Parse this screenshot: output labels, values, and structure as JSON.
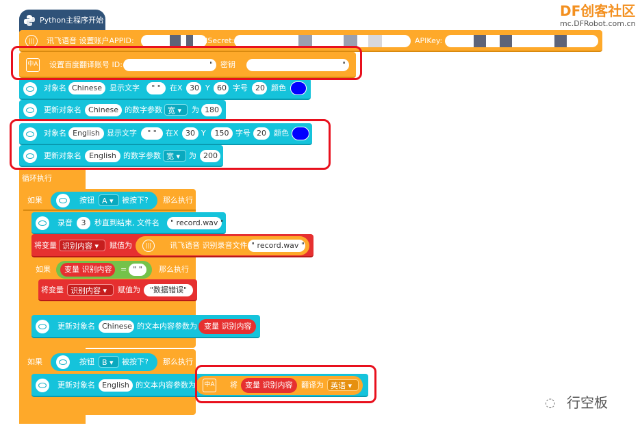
{
  "header": {
    "start_label": "Python主程序开始"
  },
  "logo": {
    "brand": "DF创客社区",
    "domain": "mc.DFRobot.com.cn"
  },
  "watermark": {
    "text": "行空板"
  },
  "blocks": {
    "xf_init": {
      "text": "讯飞语音 设置账户APPID:",
      "secret_label": "APISecret:",
      "key_label": "APIKey:"
    },
    "baidu_init": {
      "text": "设置百度翻译账号 ID:",
      "quote": "\"",
      "secret_label": "密钥",
      "quote_end": "\""
    },
    "obj1": {
      "prefix": "对象名",
      "name": "Chinese",
      "show_text": "显示文字",
      "text_value": "\" \"",
      "at_x": "在X",
      "x": "30",
      "y_label": "Y",
      "y": "60",
      "size_label": "字号",
      "size": "20",
      "color_label": "颜色",
      "color": "#0000ff"
    },
    "upd1": {
      "prefix": "更新对象名",
      "name": "Chinese",
      "mid": "的数字参数",
      "param": "宽",
      "to": "为",
      "value": "180"
    },
    "obj2": {
      "prefix": "对象名",
      "name": "English",
      "show_text": "显示文字",
      "text_value": "\" \"",
      "at_x": "在X",
      "x": "30",
      "y_label": "Y",
      "y": "150",
      "size_label": "字号",
      "size": "20",
      "color_label": "颜色",
      "color": "#0000ff"
    },
    "upd2": {
      "prefix": "更新对象名",
      "name": "English",
      "mid": "的数字参数",
      "param": "宽",
      "to": "为",
      "value": "200"
    },
    "loop": {
      "label": "循环执行"
    },
    "if_a": {
      "if": "如果",
      "button": "按钮",
      "key": "A",
      "pressed": "被按下?",
      "then": "那么执行"
    },
    "record": {
      "text": "录音",
      "seconds": "3",
      "rest": "秒直到结束, 文件名",
      "file": "\" record.wav \""
    },
    "setvar1": {
      "text": "将变量",
      "var": "识别内容",
      "assign": "赋值为",
      "xf": "讯飞语音 识别录音文件",
      "file": "\" record.wav \""
    },
    "if_eq": {
      "if": "如果",
      "var_label": "变量 识别内容",
      "eq": "=",
      "empty": "\" \"",
      "then": "那么执行"
    },
    "setvar2": {
      "text": "将变量",
      "var": "识别内容",
      "assign": "赋值为",
      "value": "\"数据错误\""
    },
    "upd3": {
      "prefix": "更新对象名",
      "name": "Chinese",
      "mid": "的文本内容参数为",
      "var_label": "变量 识别内容"
    },
    "if_b": {
      "if": "如果",
      "button": "按钮",
      "key": "B",
      "pressed": "被按下?",
      "then": "那么执行"
    },
    "upd4": {
      "prefix": "更新对象名",
      "name": "English",
      "mid": "的文本内容参数为",
      "translate": "将",
      "var_label": "变量 识别内容",
      "into": "翻译为",
      "lang": "英语"
    }
  }
}
